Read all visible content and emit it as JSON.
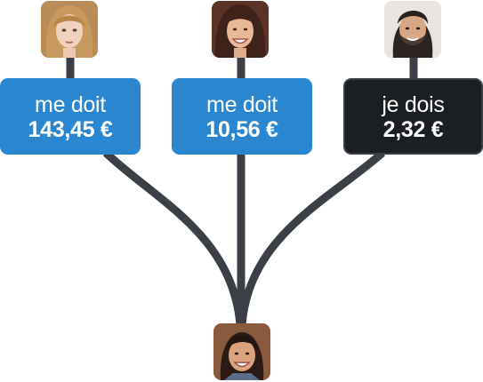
{
  "relations": [
    {
      "id": "left",
      "label": "me doit",
      "amount": "143,45 €",
      "direction": "owes-me",
      "color": "#2a87cf"
    },
    {
      "id": "center",
      "label": "me doit",
      "amount": "10,56 €",
      "direction": "owes-me",
      "color": "#2a87cf"
    },
    {
      "id": "right",
      "label": "je dois",
      "amount": "2,32 €",
      "direction": "i-owe",
      "color": "#1b1e22"
    }
  ],
  "avatars": {
    "left": {
      "icon": "young-woman-avatar"
    },
    "center": {
      "icon": "smiling-woman-avatar"
    },
    "right": {
      "icon": "bearded-man-avatar"
    },
    "bottom": {
      "icon": "current-user-avatar"
    }
  },
  "colors": {
    "connector": "#3b4046",
    "owed_card": "#2a87cf",
    "owe_card": "#1b1e22"
  }
}
